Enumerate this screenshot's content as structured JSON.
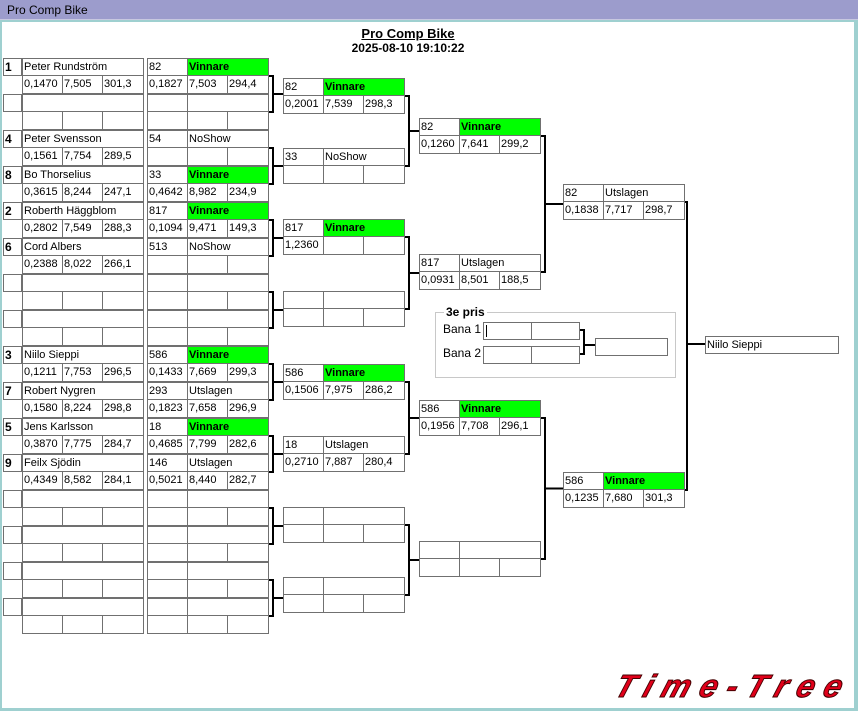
{
  "window": {
    "title": "Pro Comp Bike"
  },
  "header": {
    "title": "Pro Comp Bike",
    "datetime": "2025-08-10 19:10:22"
  },
  "colors": {
    "winner": "#00ff00",
    "logo": "#e0001a"
  },
  "round1": [
    {
      "seed": "1",
      "name": "Peter Rundström",
      "r": "0,1470",
      "t": "7,505",
      "s": "301,3"
    },
    {
      "seed": "",
      "name": "",
      "r": "",
      "t": "",
      "s": ""
    },
    {
      "seed": "4",
      "name": "Peter Svensson",
      "r": "0,1561",
      "t": "7,754",
      "s": "289,5"
    },
    {
      "seed": "8",
      "name": "Bo Thorselius",
      "r": "0,3615",
      "t": "8,244",
      "s": "247,1"
    },
    {
      "seed": "2",
      "name": "Roberth Häggblom",
      "r": "0,2802",
      "t": "7,549",
      "s": "288,3"
    },
    {
      "seed": "6",
      "name": "Cord Albers",
      "r": "0,2388",
      "t": "8,022",
      "s": "266,1"
    },
    {
      "seed": "",
      "name": "",
      "r": "",
      "t": "",
      "s": ""
    },
    {
      "seed": "",
      "name": "",
      "r": "",
      "t": "",
      "s": ""
    },
    {
      "seed": "3",
      "name": "Niilo Sieppi",
      "r": "0,1211",
      "t": "7,753",
      "s": "296,5"
    },
    {
      "seed": "7",
      "name": "Robert Nygren",
      "r": "0,1580",
      "t": "8,224",
      "s": "298,8"
    },
    {
      "seed": "5",
      "name": "Jens Karlsson",
      "r": "0,3870",
      "t": "7,775",
      "s": "284,7"
    },
    {
      "seed": "9",
      "name": "Feilx Sjödin",
      "r": "0,4349",
      "t": "8,582",
      "s": "284,1"
    },
    {
      "seed": "",
      "name": "",
      "r": "",
      "t": "",
      "s": ""
    },
    {
      "seed": "",
      "name": "",
      "r": "",
      "t": "",
      "s": ""
    },
    {
      "seed": "",
      "name": "",
      "r": "",
      "t": "",
      "s": ""
    },
    {
      "seed": "",
      "name": "",
      "r": "",
      "t": "",
      "s": ""
    }
  ],
  "round2": [
    {
      "num": "82",
      "status": "Vinnare",
      "r": "0,1827",
      "t": "7,503",
      "s": "294,4"
    },
    {
      "num": "",
      "status": "",
      "r": "",
      "t": "",
      "s": ""
    },
    {
      "num": "54",
      "status": "NoShow",
      "r": "",
      "t": "",
      "s": ""
    },
    {
      "num": "33",
      "status": "Vinnare",
      "r": "0,4642",
      "t": "8,982",
      "s": "234,9"
    },
    {
      "num": "817",
      "status": "Vinnare",
      "r": "0,1094",
      "t": "9,471",
      "s": "149,3"
    },
    {
      "num": "513",
      "status": "NoShow",
      "r": "",
      "t": "",
      "s": ""
    },
    {
      "num": "",
      "status": "",
      "r": "",
      "t": "",
      "s": ""
    },
    {
      "num": "",
      "status": "",
      "r": "",
      "t": "",
      "s": ""
    },
    {
      "num": "586",
      "status": "Vinnare",
      "r": "0,1433",
      "t": "7,669",
      "s": "299,3"
    },
    {
      "num": "293",
      "status": "Utslagen",
      "r": "0,1823",
      "t": "7,658",
      "s": "296,9"
    },
    {
      "num": "18",
      "status": "Vinnare",
      "r": "0,4685",
      "t": "7,799",
      "s": "282,6"
    },
    {
      "num": "146",
      "status": "Utslagen",
      "r": "0,5021",
      "t": "8,440",
      "s": "282,7"
    },
    {
      "num": "",
      "status": "",
      "r": "",
      "t": "",
      "s": ""
    },
    {
      "num": "",
      "status": "",
      "r": "",
      "t": "",
      "s": ""
    },
    {
      "num": "",
      "status": "",
      "r": "",
      "t": "",
      "s": ""
    },
    {
      "num": "",
      "status": "",
      "r": "",
      "t": "",
      "s": ""
    }
  ],
  "round3": [
    {
      "num": "82",
      "status": "Vinnare",
      "r": "0,2001",
      "t": "7,539",
      "s": "298,3"
    },
    {
      "num": "33",
      "status": "NoShow",
      "r": "",
      "t": "",
      "s": ""
    },
    {
      "num": "817",
      "status": "Vinnare",
      "r": "1,2360",
      "t": "",
      "s": ""
    },
    {
      "num": "",
      "status": "",
      "r": "",
      "t": "",
      "s": ""
    },
    {
      "num": "586",
      "status": "Vinnare",
      "r": "0,1506",
      "t": "7,975",
      "s": "286,2"
    },
    {
      "num": "18",
      "status": "Utslagen",
      "r": "0,2710",
      "t": "7,887",
      "s": "280,4"
    },
    {
      "num": "",
      "status": "",
      "r": "",
      "t": "",
      "s": ""
    },
    {
      "num": "",
      "status": "",
      "r": "",
      "t": "",
      "s": ""
    }
  ],
  "round4": [
    {
      "num": "82",
      "status": "Vinnare",
      "r": "0,1260",
      "t": "7,641",
      "s": "299,2"
    },
    {
      "num": "817",
      "status": "Utslagen",
      "r": "0,0931",
      "t": "8,501",
      "s": "188,5"
    },
    {
      "num": "586",
      "status": "Vinnare",
      "r": "0,1956",
      "t": "7,708",
      "s": "296,1"
    },
    {
      "num": "",
      "status": "",
      "r": "",
      "t": "",
      "s": ""
    }
  ],
  "round5": [
    {
      "num": "82",
      "status": "Utslagen",
      "r": "0,1838",
      "t": "7,717",
      "s": "298,7"
    },
    {
      "num": "586",
      "status": "Vinnare",
      "r": "0,1235",
      "t": "7,680",
      "s": "301,3"
    }
  ],
  "final": {
    "name": "Niilo Sieppi"
  },
  "third_place": {
    "label": "3e pris",
    "lane1": "Bana 1",
    "lane2": "Bana 2"
  },
  "logo": {
    "text": "Time-Tree"
  }
}
